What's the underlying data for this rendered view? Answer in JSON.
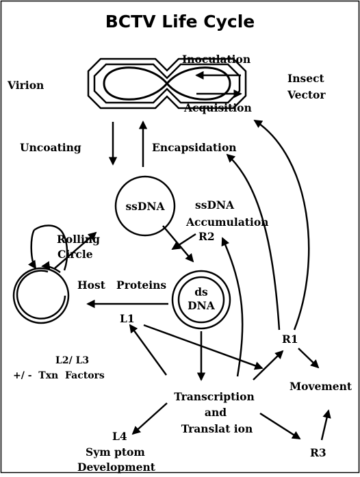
{
  "title": "BCTV Life Cycle",
  "labels": {
    "virion": "Virion",
    "inoculation": "Inoculation",
    "acquisition": "Acquisition",
    "insect": "Insect",
    "vector": "Vector",
    "uncoating": "Uncoating",
    "encapsidation": "Encapsidation",
    "ssdna_circle": "ssDNA",
    "ssdna_accum_1": "ssDNA",
    "ssdna_accum_2": "Accumulation",
    "r2": "R2",
    "rolling": "Rolling",
    "circle": "Circle",
    "host_proteins": "Host   Proteins",
    "ds": "ds",
    "dna": "DNA",
    "l1": "L1",
    "r1": "R1",
    "l2l3": "L2/ L3",
    "txn_factors": "+/ -  Txn  Factors",
    "movement": "Movement",
    "transcription": "Transcription",
    "and": "and",
    "translation": "Translat ion",
    "l4": "L4",
    "symptom": "Sym ptom",
    "development": "Development",
    "r3": "R3"
  }
}
